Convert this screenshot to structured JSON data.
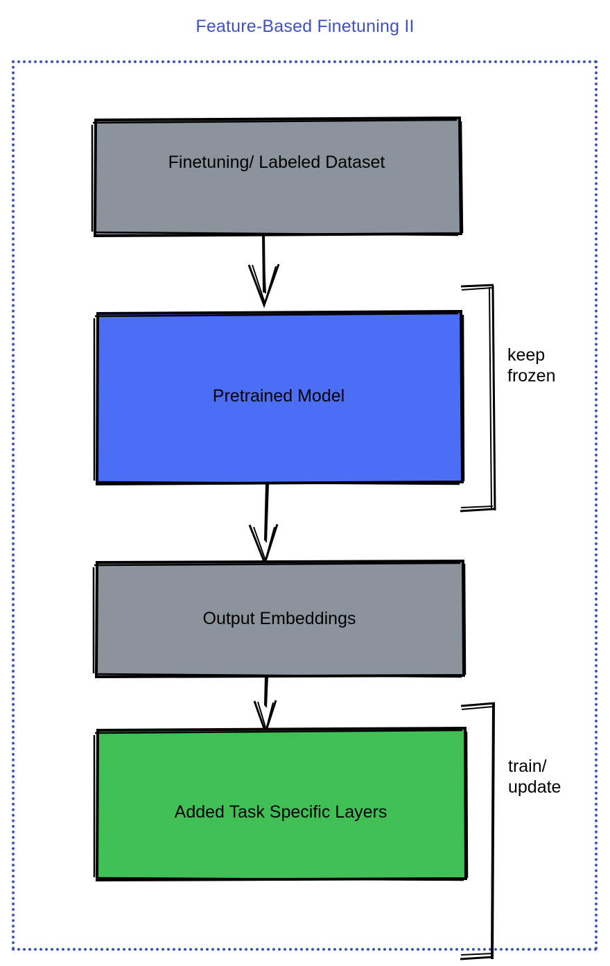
{
  "title": "Feature-Based Finetuning II",
  "colors": {
    "title": "#3f51c5",
    "frame_border": "#3f51c5",
    "gray_node": "#8b939c",
    "blue_node": "#4c6ef5",
    "green_node": "#40bf55",
    "stroke": "#000000",
    "background": "#ffffff"
  },
  "flow": {
    "nodes": [
      {
        "id": "dataset",
        "label": "Finetuning/ Labeled Dataset",
        "fill": "#8b939c"
      },
      {
        "id": "pretrained",
        "label": "Pretrained Model",
        "fill": "#4c6ef5"
      },
      {
        "id": "embeddings",
        "label": "Output Embeddings",
        "fill": "#8b939c"
      },
      {
        "id": "layers",
        "label": "Added Task Specific Layers",
        "fill": "#40bf55"
      }
    ],
    "edges": [
      {
        "from": "dataset",
        "to": "pretrained",
        "style": "arrow"
      },
      {
        "from": "pretrained",
        "to": "embeddings",
        "style": "arrow"
      },
      {
        "from": "embeddings",
        "to": "layers",
        "style": "arrow"
      }
    ],
    "annotations": [
      {
        "id": "keep-frozen",
        "label": "keep\nfrozen",
        "targets": [
          "pretrained"
        ]
      },
      {
        "id": "train-update",
        "label": "train/\nupdate",
        "targets": [
          "layers"
        ]
      }
    ]
  }
}
